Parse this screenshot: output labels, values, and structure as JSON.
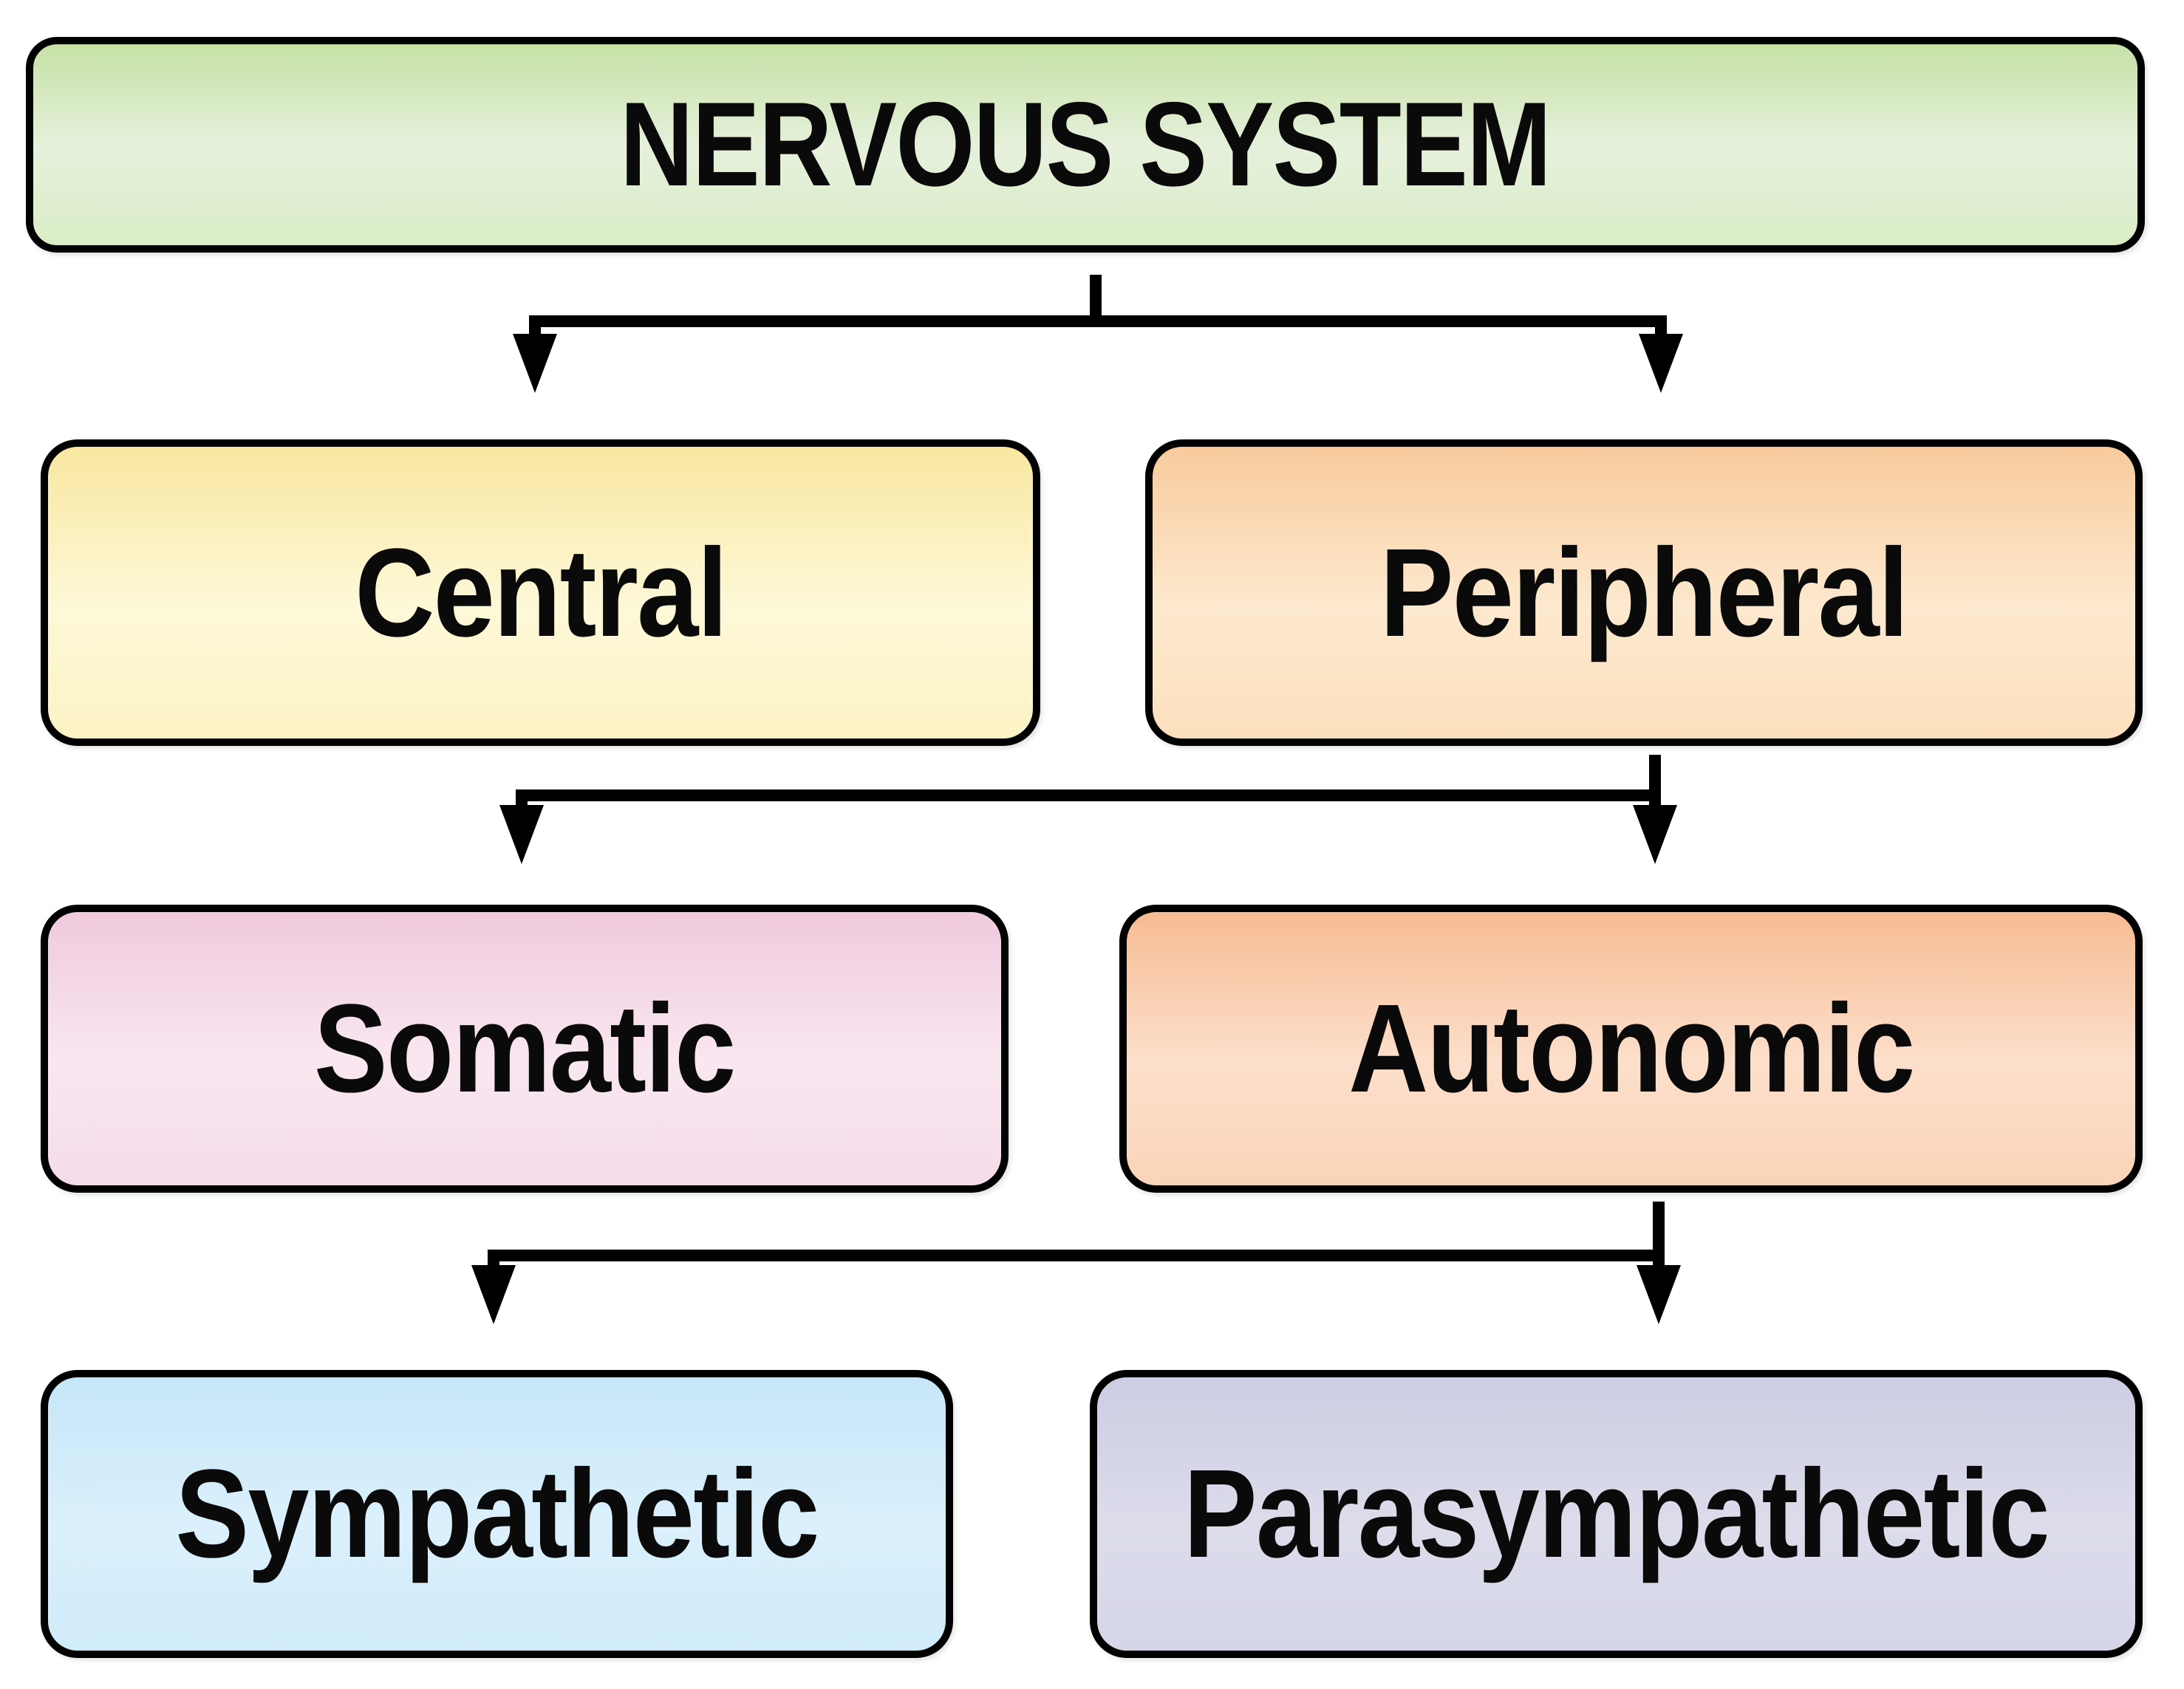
{
  "diagram": {
    "type": "hierarchy-flowchart",
    "background": "#ffffff",
    "connector_color": "#000000",
    "nodes": {
      "nervous_system": {
        "label": "NERVOUS SYSTEM",
        "level": 1,
        "fill_top": "#c7e1a6",
        "fill_bottom": "#e6f1dc",
        "border": "#000000"
      },
      "central": {
        "label": "Central",
        "level": 2,
        "parent": "nervous_system",
        "fill_top": "#f9e7a0",
        "fill_bottom": "#fdf8d8",
        "border": "#000000"
      },
      "peripheral": {
        "label": "Peripheral",
        "level": 2,
        "parent": "nervous_system",
        "fill_top": "#f8cb9c",
        "fill_bottom": "#fde9cf",
        "border": "#000000"
      },
      "somatic": {
        "label": "Somatic",
        "level": 3,
        "parent": "peripheral",
        "fill_top": "#efcadd",
        "fill_bottom": "#f9e7f0",
        "border": "#000000"
      },
      "autonomic": {
        "label": "Autonomic",
        "level": 3,
        "parent": "peripheral",
        "fill_top": "#f6bc93",
        "fill_bottom": "#fcdfcb",
        "border": "#000000"
      },
      "sympathetic": {
        "label": "Sympathetic",
        "level": 4,
        "parent": "autonomic",
        "fill_top": "#c6e6f8",
        "fill_bottom": "#dbf0fc",
        "border": "#000000"
      },
      "parasympathetic": {
        "label": "Parasympathetic",
        "level": 4,
        "parent": "autonomic",
        "fill_top": "#cccde3",
        "fill_bottom": "#dcdceb",
        "border": "#000000"
      }
    },
    "edges": [
      {
        "from": "nervous_system",
        "to": "central"
      },
      {
        "from": "nervous_system",
        "to": "peripheral"
      },
      {
        "from": "peripheral",
        "to": "somatic"
      },
      {
        "from": "peripheral",
        "to": "autonomic"
      },
      {
        "from": "autonomic",
        "to": "sympathetic"
      },
      {
        "from": "autonomic",
        "to": "parasympathetic"
      }
    ]
  }
}
